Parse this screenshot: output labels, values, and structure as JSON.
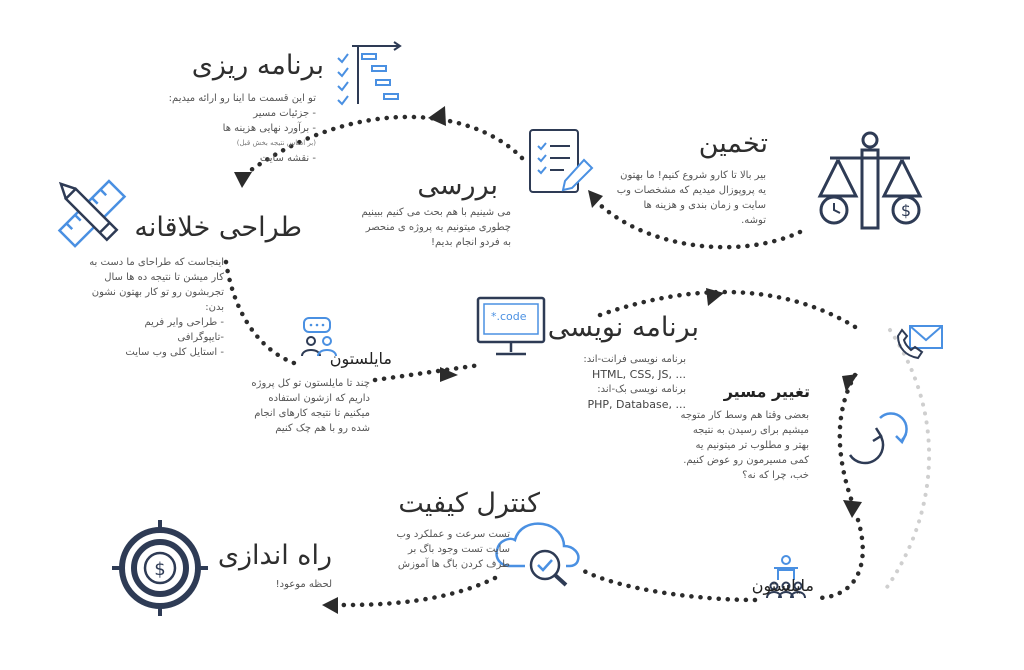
{
  "colors": {
    "dark": "#2e3b55",
    "blue": "#4a90e2",
    "line": "#2b2b2b",
    "faint": "#cfcfcf"
  },
  "steps": {
    "planning": {
      "title": "برنامه ریزی",
      "intro": "تو این قسمت ما اینا رو ارائه میدیم:",
      "items": [
        "- جزئیات مسیر",
        "- برآورد نهایی هزینه ها"
      ],
      "note": "(بر اساس نتیجه بخش قبل)",
      "last": "- نقشه سایت",
      "icon": "gantt-chart-icon"
    },
    "estimate": {
      "title": "تخمین",
      "text": "بیر بالا تا کارو شروع کنیم! ما بهتون یه پروپوزال میدیم که مشخصات وب سایت و زمان بندی و هزینه ها توشه.",
      "icon": "scales-icon"
    },
    "review": {
      "title": "بررسی",
      "text": "می شینیم با هم بحث می کنیم ببینیم چطوری میتونیم یه پروژه ی منحصر به فردو انجام بدیم!",
      "icon": "checklist-icon"
    },
    "design": {
      "title": "طراحی خلاقانه",
      "text": "اینجاست که طراحای ما دست به کار میشن تا نتیجه ده ها سال تجربشون رو تو کار بهتون نشون بدن:",
      "items": [
        "- طراحی وایر فریم",
        "-تایپوگرافی",
        "- استایل کلی وب سایت"
      ],
      "icon": "pencil-ruler-icon"
    },
    "milestone1": {
      "title": "مایلستون",
      "text": "چند تا مایلستون تو کل پروژه داریم که ازشون استفاده میکنیم تا نتیجه کارهای انجام شده رو با هم چک کنیم",
      "icon": "team-chat-icon"
    },
    "programming": {
      "title": "برنامه نویسی",
      "frontend_label": "برنامه نویسی فرانت-اند:",
      "frontend_tech": "HTML, CSS, JS, ...",
      "backend_label": "برنامه نویسی بک-اند:",
      "backend_tech": "PHP, Database, ...",
      "screen_text": "*.code",
      "icon": "monitor-code-icon"
    },
    "route_change": {
      "title": "تغییر مسیر",
      "text": "بعضی وقتا هم وسط کار متوجه میشیم برای رسیدن به نتیجه بهتر و مطلوب تر میتونیم یه کمی مسیرمون رو عوض کنیم. خب، چرا که نه؟",
      "icons": [
        "mail-icon",
        "refresh-icon"
      ]
    },
    "quality": {
      "title": "کنترل کیفیت",
      "text": "تست سرعت و عملکرد وب سایت تست وجود باگ بر طرف کردن باگ ها آموزش",
      "icon": "cloud-check-icon"
    },
    "milestone2": {
      "title": "مایلستون",
      "icon": "team-leader-icon"
    },
    "launch": {
      "title": "راه اندازی",
      "text": "لحظه موعود!",
      "icon": "target-dollar-icon"
    }
  }
}
